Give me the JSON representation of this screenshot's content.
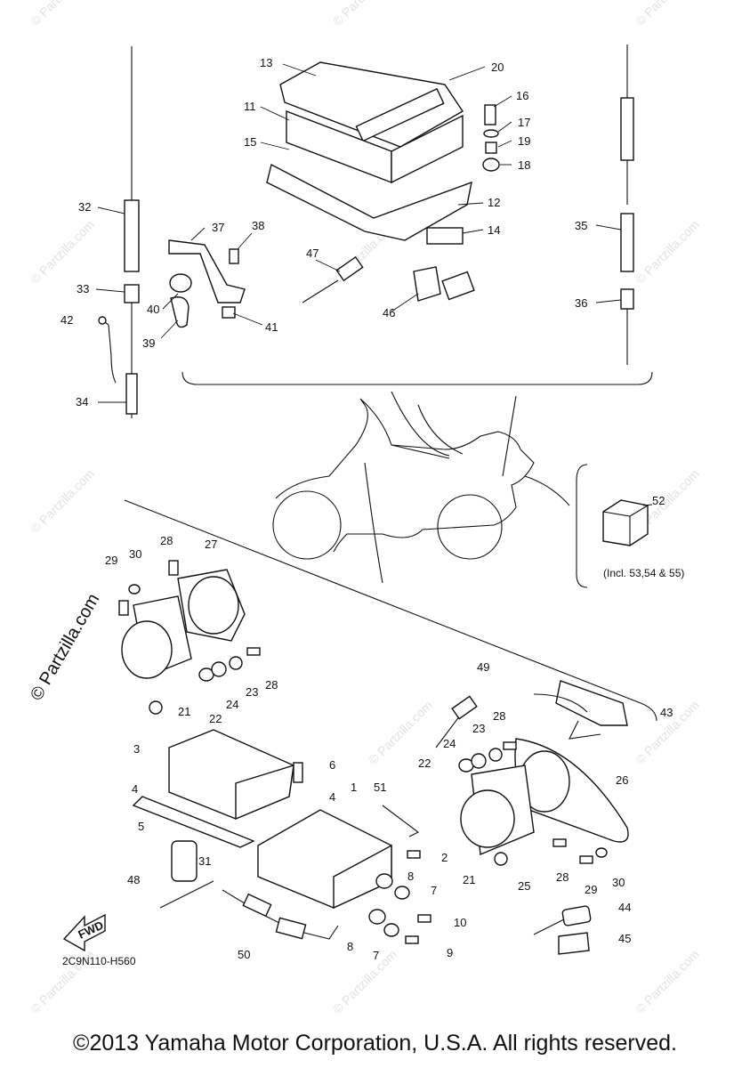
{
  "diagram": {
    "callouts": [
      "1",
      "2",
      "3",
      "4",
      "5",
      "6",
      "7",
      "8",
      "9",
      "10",
      "11",
      "12",
      "13",
      "14",
      "15",
      "16",
      "17",
      "18",
      "19",
      "20",
      "21",
      "22",
      "23",
      "24",
      "25",
      "26",
      "27",
      "28",
      "29",
      "30",
      "31",
      "32",
      "33",
      "34",
      "35",
      "36",
      "37",
      "38",
      "39",
      "40",
      "41",
      "42",
      "43",
      "44",
      "45",
      "46",
      "47",
      "48",
      "49",
      "50",
      "51",
      "52"
    ],
    "note_52": "(Incl. 53,54 & 55)",
    "fwd_label": "FWD",
    "diagram_code": "2C9N110-H560",
    "watermark": "© Partzilla.com",
    "watermark_side": "© Partzilla.com",
    "copyright": "©2013 Yamaha Motor Corporation, U.S.A. All rights reserved."
  }
}
